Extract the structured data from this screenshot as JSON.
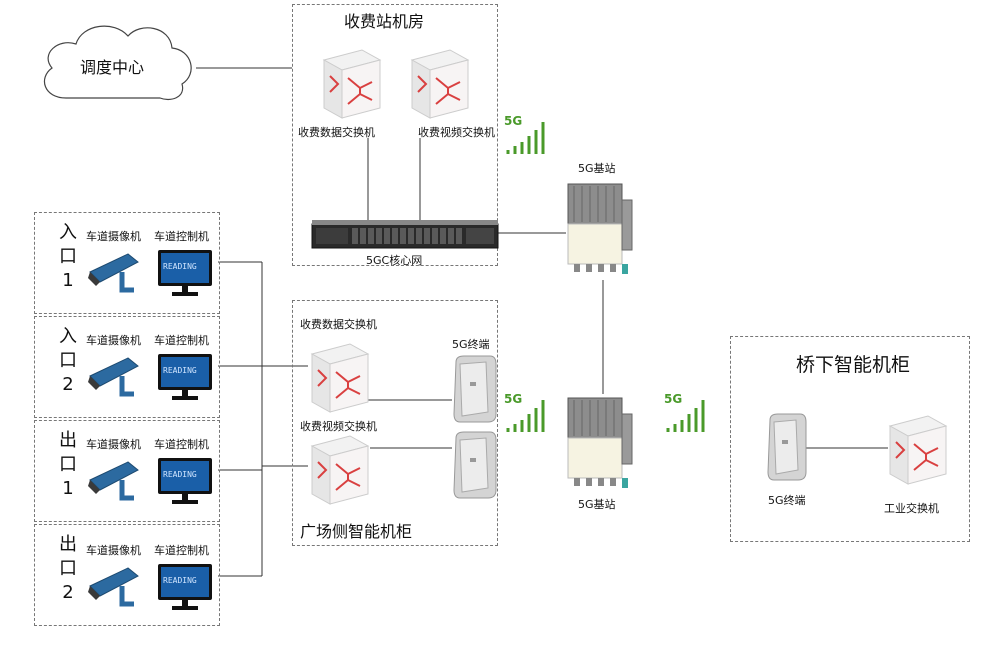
{
  "dispatch_center": {
    "label": "调度中心"
  },
  "toll_room": {
    "title": "收费站机房",
    "data_switch": "收费数据交换机",
    "video_switch": "收费视频交换机",
    "core": "5GC核心网"
  },
  "plaza_cabinet": {
    "title": "广场侧智能机柜",
    "data_switch": "收费数据交换机",
    "video_switch": "收费视频交换机",
    "terminal_label": "5G终端"
  },
  "bridge_cabinet": {
    "title": "桥下智能机柜",
    "terminal": "5G终端",
    "industrial_switch": "工业交换机"
  },
  "base_station_top": "5G基站",
  "base_station_bottom": "5G基站",
  "signal_label": "5G",
  "lanes": [
    {
      "c1": "入",
      "c2": "口",
      "c3": "1",
      "camera": "车道摄像机",
      "controller": "车道控制机",
      "screen": "READING"
    },
    {
      "c1": "入",
      "c2": "口",
      "c3": "2",
      "camera": "车道摄像机",
      "controller": "车道控制机",
      "screen": "READING"
    },
    {
      "c1": "出",
      "c2": "口",
      "c3": "1",
      "camera": "车道摄像机",
      "controller": "车道控制机",
      "screen": "READING"
    },
    {
      "c1": "出",
      "c2": "口",
      "c3": "2",
      "camera": "车道摄像机",
      "controller": "车道控制机",
      "screen": "READING"
    }
  ],
  "colors": {
    "signal_green": "#4a9a2a",
    "switch_red": "#d94040",
    "screen_blue": "#1a5fa8",
    "camera_blue": "#2c6aa0"
  }
}
